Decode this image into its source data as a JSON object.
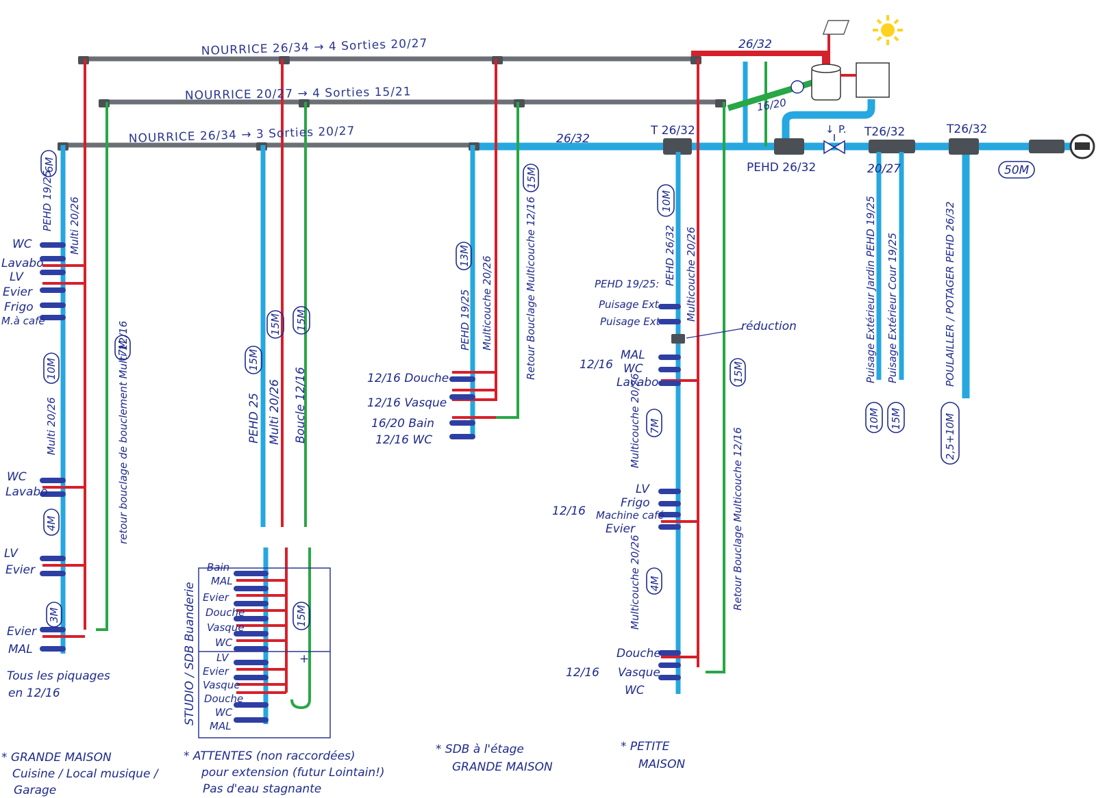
{
  "nourrices": [
    "NOURRICE 26/34 → 4 Sorties 20/27",
    "NOURRICE 20/27 → 4 Sorties 15/21",
    "NOURRICE 26/34 → 3 Sorties 20/27"
  ],
  "main_pipe": {
    "top": "26/32",
    "mid": "26/32",
    "branch": "16/20",
    "pehd": "PEHD 26/32",
    "t1": "T 26/32",
    "t2": "T26/32",
    "t3": "T26/32",
    "reduc_t": "20/27",
    "length": "50M"
  },
  "grande_maison": {
    "pipes": {
      "pehd": "PEHD 19/25",
      "pehd_len": "6M",
      "multi": "Multi 20/26",
      "multi_low": "Multi 20/26",
      "multi_low_len": "10M",
      "len4": "4M",
      "len3": "3M",
      "retour": "retour bouclage de bouclement Multi 12/16",
      "retour_len": "7M"
    },
    "taps1": [
      "WC",
      "Lavabo",
      "LV",
      "Evier",
      "Frigo",
      "M.à café"
    ],
    "taps2": [
      "WC",
      "Lavabo"
    ],
    "taps3": [
      "LV",
      "Evier"
    ],
    "taps4": [
      "Evier",
      "MAL"
    ],
    "note": [
      "Tous les piquages",
      "en 12/16"
    ]
  },
  "attentes": {
    "pehd": "PEHD 25",
    "pehd_len": "15M",
    "multi": "Multi 20/26",
    "multi_len": "15M",
    "boucle": "Boucle 12/16",
    "boucle_len": "15M",
    "studio_label": "STUDIO / SDB Buanderie",
    "taps": [
      "Bain",
      "MAL",
      "Evier",
      "Douche",
      "Vasque",
      "WC",
      "LV",
      "Evier",
      "Vasque",
      "Douche",
      "WC",
      "MAL"
    ],
    "len": "15M"
  },
  "sdb_etage": {
    "pehd": "PEHD 19/25",
    "pehd_len": "13M",
    "multi": "Multicouche 20/26",
    "retour": "Retour Bouclage Multicouche 12/16",
    "retour_len": "15M",
    "taps": [
      "12/16 Douche",
      "12/16 Vasque",
      "16/20 Bain",
      "12/16 WC"
    ]
  },
  "petite_maison": {
    "pehd": "PEHD 26/32",
    "pehd_len": "10M",
    "multi": "Multicouche 20/26",
    "puisage_label": "PEHD 19/25:",
    "puisage": [
      "Puisage Ext",
      "Puisage Ext"
    ],
    "reduction": "réduction",
    "group1_size": "12/16",
    "group1": [
      "MAL",
      "WC",
      "Lavabo"
    ],
    "multi2": "Multicouche 20/26",
    "multi2_len": "7M",
    "group2_size": "12/16",
    "group2": [
      "LV",
      "Frigo",
      "Machine café",
      "Evier"
    ],
    "multi3": "Multicouche 20/26",
    "multi3_len": "4M",
    "group3_size": "12/16",
    "group3": [
      "Douche",
      "Vasque",
      "WC"
    ],
    "retour": "Retour Bouclage Multicouche 12/16",
    "retour_len": "15M"
  },
  "exterieur": {
    "jardin": "Puisage Extérieur Jardin PEHD 19/25",
    "jardin_len": "10M",
    "cour": "Puisage Extérieur Cour 19/25",
    "cour_len": "15M",
    "poulailler": "POULAILLER / POTAGER PEHD 26/32",
    "poulailler_len": "2,5+10M"
  },
  "captions": {
    "c1": [
      "* GRANDE MAISON",
      "Cuisine / Local musique /",
      "Garage"
    ],
    "c2": [
      "* ATTENTES (non raccordées)",
      "pour extension (futur Lointain!)",
      "Pas d'eau stagnante"
    ],
    "c3": [
      "* SDB à l'étage",
      "GRANDE MAISON"
    ],
    "c4": [
      "* PETITE",
      "MAISON"
    ]
  },
  "colors": {
    "cold": "#26a7df",
    "hot": "#d6202b",
    "loop": "#27a745",
    "manifold": "#6b6f76",
    "ink": "#1e2a8c"
  }
}
